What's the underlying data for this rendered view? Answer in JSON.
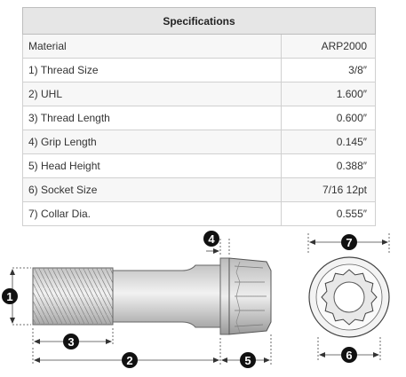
{
  "table": {
    "header": "Specifications",
    "rows": [
      {
        "label": "Material",
        "value": "ARP2000"
      },
      {
        "label": "1) Thread Size",
        "value": "3/8″"
      },
      {
        "label": "2) UHL",
        "value": "1.600″"
      },
      {
        "label": "3) Thread Length",
        "value": "0.600″"
      },
      {
        "label": "4) Grip Length",
        "value": "0.145″"
      },
      {
        "label": "5) Head Height",
        "value": "0.388″"
      },
      {
        "label": "6) Socket Size",
        "value": "7/16 12pt"
      },
      {
        "label": "7) Collar Dia.",
        "value": "0.555″"
      }
    ]
  },
  "diagram": {
    "callouts": [
      "1",
      "2",
      "3",
      "4",
      "5",
      "6",
      "7"
    ]
  }
}
